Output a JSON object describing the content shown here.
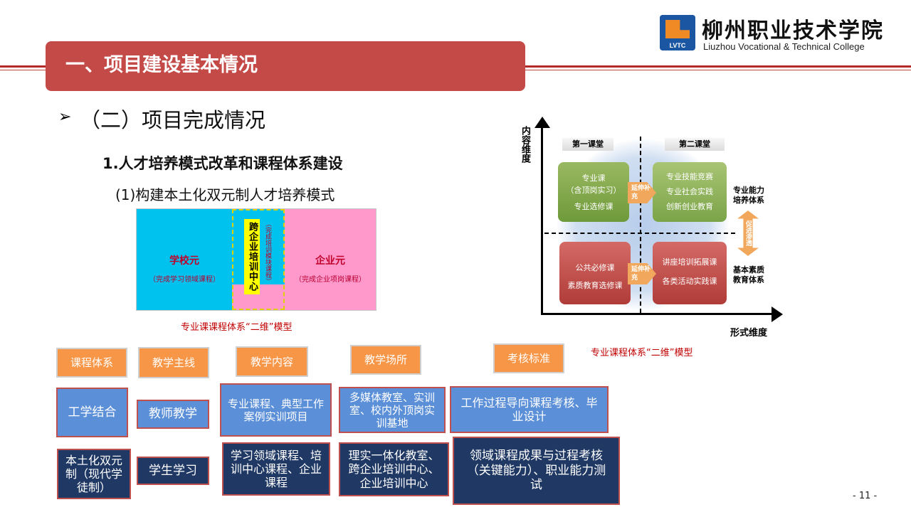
{
  "slide": {
    "section_title": "一、项目建设基本情况",
    "bullet_symbol": "➢",
    "heading": "（二）项目完成情况",
    "subheading": "1.人才培养模式改革和课程体系建设",
    "subsubheading": "(1)构建本土化双元制人才培养模式",
    "page_number": "- 11 -"
  },
  "logo": {
    "mark_text": "LVTC",
    "name_cn": "柳州职业技术学院",
    "name_en": "Liuzhou Vocational & Technical College"
  },
  "dual_diagram": {
    "school_title": "学校元",
    "school_sub": "（完成学习领域课程）",
    "center_title": "跨企业培训中心",
    "center_note": "（完成培训模块课程）",
    "enterprise_title": "企业元",
    "enterprise_sub": "（完成企业项岗课程）",
    "caption": "专业课课程体系“二维”模型"
  },
  "quadrant_diagram": {
    "y_axis_label": "内容维度",
    "x_axis_label": "形式维度",
    "col1_label": "第一课堂",
    "col2_label": "第二课堂",
    "top_left": [
      "专业课",
      "（含顶岗实习）",
      "专业选修课"
    ],
    "top_right": [
      "专业技能竞赛",
      "专业社会实践",
      "创新创业教育"
    ],
    "bottom_left": [
      "公共必修课",
      "素质教育选修课"
    ],
    "bottom_right": [
      "讲座培训拓展课",
      "各类活动实践课"
    ],
    "extend_label": "延伸补充",
    "promote_label": "促进渗透",
    "right_top_label": [
      "专业能力",
      "培养体系"
    ],
    "right_bottom_label": [
      "基本素质",
      "教育体系"
    ],
    "caption": "专业课程体系“二维”模型"
  },
  "table": {
    "headers": [
      "课程体系",
      "教学主线",
      "教学内容",
      "教学场所",
      "考核标准"
    ],
    "row1": [
      "工学结合",
      "教师教学",
      "专业课程、典型工作案例实训项目",
      "多媒体教室、实训室、校内外顶岗实训基地",
      "工作过程导向课程考核、毕业设计"
    ],
    "row2": [
      "本土化双元制（现代学徒制）",
      "学生学习",
      "学习领域课程、培训中心课程、企业课程",
      "理实一体化教室、跨企业培训中心、企业培训中心",
      "领域课程成果与过程考核（关键能力）、职业能力测试"
    ]
  },
  "colors": {
    "title_bar": "#c44a48",
    "header_cell": "#f79646",
    "light_cell": "#5b8fd8",
    "dark_cell": "#1f3864",
    "school_zone": "#00c2ef",
    "enterprise_zone": "#ff99cc",
    "caption_red": "#c00000"
  }
}
